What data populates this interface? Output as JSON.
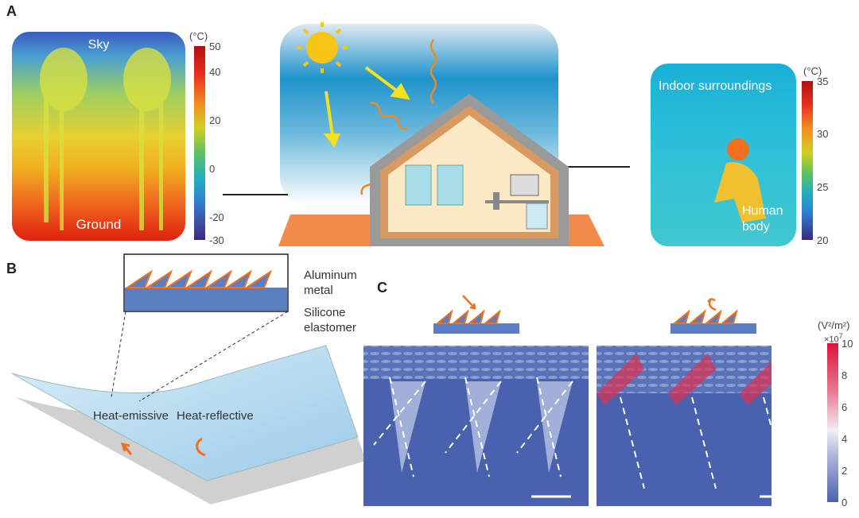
{
  "panels": {
    "a": "A",
    "b": "B",
    "c": "C"
  },
  "outdoor": {
    "sky": "Sky",
    "ground": "Ground",
    "unit": "(°C)",
    "ticks": [
      "50",
      "40",
      "20",
      "0",
      "-20",
      "-30"
    ]
  },
  "indoor": {
    "surroundings": "Indoor surroundings",
    "human": "Human",
    "body": "body",
    "unit": "(°C)",
    "ticks": [
      "35",
      "30",
      "25",
      "20"
    ]
  },
  "b": {
    "aluminum": "Aluminum",
    "metal": "metal",
    "silicone": "Silicone",
    "elastomer": "elastomer",
    "emissive": "Heat-emissive",
    "reflective": "Heat-reflective"
  },
  "c": {
    "unit": "(V²/m²)",
    "scale": "×10",
    "exp": "7",
    "ticks": [
      "10",
      "8",
      "6",
      "4",
      "2",
      "0"
    ]
  },
  "colors": {
    "accent": "#f07020",
    "sky": "#2a8fc8",
    "ground": "#f28a4c",
    "field": "#4a62ad"
  }
}
